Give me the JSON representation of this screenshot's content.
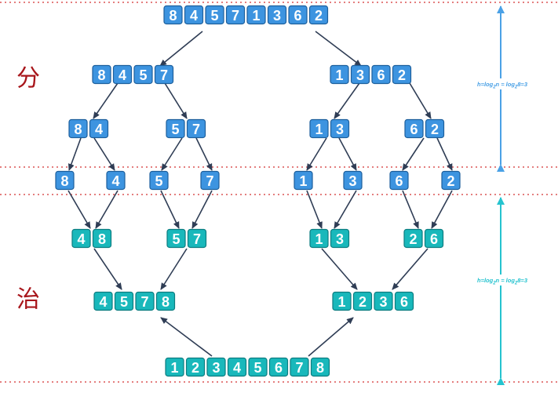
{
  "side_labels": {
    "divide": "分",
    "conquer": "治"
  },
  "height_labels": {
    "divide": {
      "prefix": "h=log",
      "sub": "2",
      "middle": "n = log",
      "sub2": "2",
      "suffix": "8=3"
    },
    "conquer": {
      "prefix": "h=log",
      "sub": "2",
      "middle": "n = log",
      "sub2": "2",
      "suffix": "8=3"
    }
  },
  "colors": {
    "divide_box": "#3d94e0",
    "conquer_box": "#19b8bb",
    "arrow": "#2f3d55",
    "divider_line": "#d43030",
    "divide_height_arrow": "#4aa1e6",
    "conquer_height_arrow": "#25c3cf"
  },
  "divide_phase": {
    "level_0": [
      [
        "8",
        "4",
        "5",
        "7",
        "1",
        "3",
        "6",
        "2"
      ]
    ],
    "level_1": [
      [
        "8",
        "4",
        "5",
        "7"
      ],
      [
        "1",
        "3",
        "6",
        "2"
      ]
    ],
    "level_2": [
      [
        "8",
        "4"
      ],
      [
        "5",
        "7"
      ],
      [
        "1",
        "3"
      ],
      [
        "6",
        "2"
      ]
    ],
    "level_3": [
      [
        "8"
      ],
      [
        "4"
      ],
      [
        "5"
      ],
      [
        "7"
      ],
      [
        "1"
      ],
      [
        "3"
      ],
      [
        "6"
      ],
      [
        "2"
      ]
    ]
  },
  "conquer_phase": {
    "level_1": [
      [
        "4",
        "8"
      ],
      [
        "5",
        "7"
      ],
      [
        "1",
        "3"
      ],
      [
        "2",
        "6"
      ]
    ],
    "level_2": [
      [
        "4",
        "5",
        "7",
        "8"
      ],
      [
        "1",
        "2",
        "3",
        "6"
      ]
    ],
    "level_3": [
      [
        "1",
        "2",
        "3",
        "4",
        "5",
        "6",
        "7",
        "8"
      ]
    ]
  }
}
